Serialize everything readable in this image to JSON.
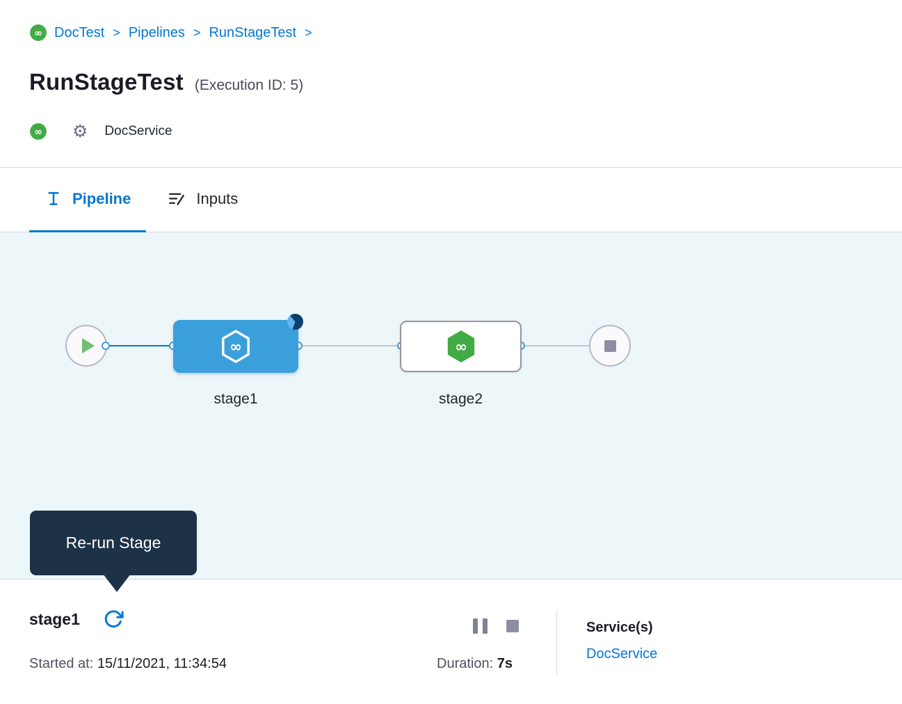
{
  "breadcrumb": {
    "separator": ">",
    "items": [
      "DocTest",
      "Pipelines",
      "RunStageTest"
    ]
  },
  "header": {
    "title": "RunStageTest",
    "execution_id": "(Execution ID: 5)",
    "service_name": "DocService"
  },
  "tabs": [
    {
      "label": "Pipeline",
      "active": true
    },
    {
      "label": "Inputs",
      "active": false
    }
  ],
  "pipeline": {
    "stages": [
      {
        "name": "stage1",
        "status": "running"
      },
      {
        "name": "stage2",
        "status": "not-started"
      }
    ]
  },
  "tooltip": {
    "label": "Re-run Stage"
  },
  "footer": {
    "stage_name": "stage1",
    "started_label": "Started at:",
    "started_value": "15/11/2021, 11:34:54",
    "duration_label": "Duration:",
    "duration_value": "7s",
    "services_label": "Service(s)",
    "service_link": "DocService"
  },
  "icons": {
    "gear": "⚙"
  },
  "colors": {
    "accent_blue": "#0278d5",
    "brand_green": "#42ab45",
    "running_stage_blue": "#3b9fdc",
    "canvas_background": "#edf6f8",
    "tooltip_background": "#1d3247",
    "edge_gray": "#c3c4d2"
  }
}
